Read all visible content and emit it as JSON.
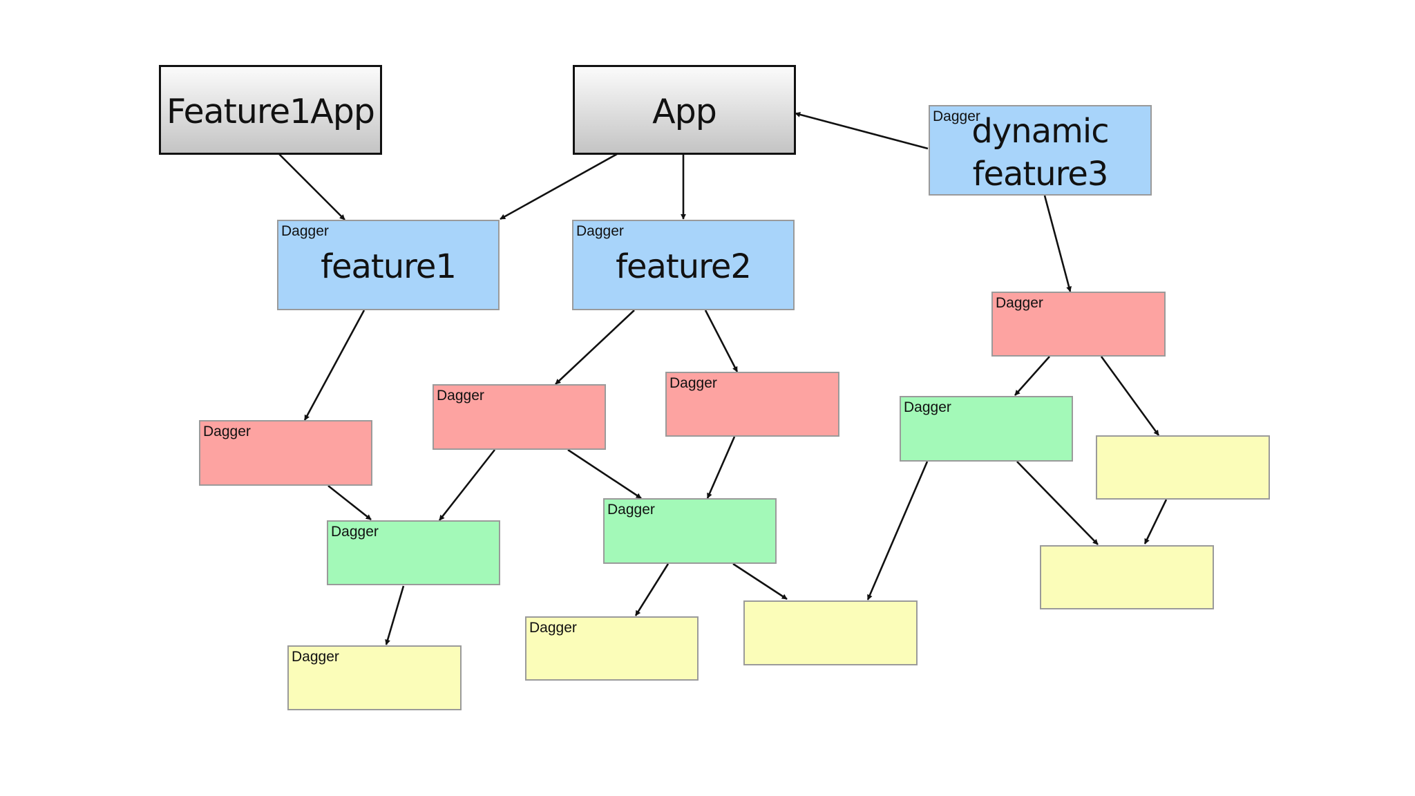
{
  "nodes": {
    "feature1app": {
      "title": "Feature1App"
    },
    "app": {
      "title": "App"
    },
    "feature1": {
      "tag": "Dagger",
      "title": "feature1"
    },
    "feature2": {
      "tag": "Dagger",
      "title": "feature2"
    },
    "dynamic_feature3": {
      "tag": "Dagger",
      "title_line1": "dynamic",
      "title_line2": "feature3"
    },
    "red_f1": {
      "tag": "Dagger"
    },
    "red_f2_left": {
      "tag": "Dagger"
    },
    "red_f2_right": {
      "tag": "Dagger"
    },
    "red_f3": {
      "tag": "Dagger"
    },
    "green_f1": {
      "tag": "Dagger"
    },
    "green_f2": {
      "tag": "Dagger"
    },
    "green_f3": {
      "tag": "Dagger"
    },
    "yellow_f1": {
      "tag": "Dagger"
    },
    "yellow_f2": {
      "tag": "Dagger"
    }
  },
  "colors": {
    "component_blue": "#a8d4fa",
    "component_red": "#fda3a1",
    "component_green": "#a3f9b8",
    "component_yellow": "#fbfdb9"
  }
}
